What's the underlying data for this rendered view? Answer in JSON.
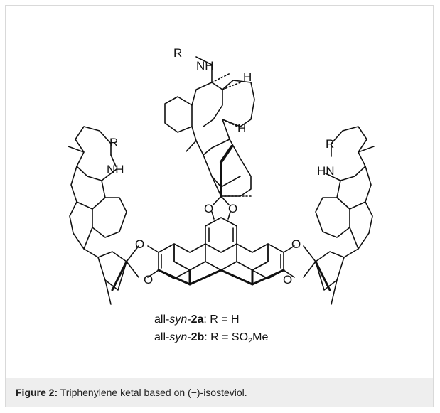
{
  "figure": {
    "caption_label": "Figure 2:",
    "caption_text": " Triphenylene ketal based on (−)-isosteviol.",
    "labels": {
      "top_r": "R",
      "top_nh": "NH",
      "top_h1": "H",
      "top_h2": "H",
      "left_r": "R",
      "left_nh": "NH",
      "right_r": "R",
      "right_hn": "HN",
      "o1": "O",
      "o2": "O",
      "o3": "O",
      "o4": "O",
      "o5": "O",
      "o6": "O"
    },
    "compounds": [
      {
        "prefix": "all-",
        "italic": "syn",
        "dash": "-",
        "bold": "2a",
        "rest": ": R = H"
      },
      {
        "prefix": "all-",
        "italic": "syn",
        "dash": "-",
        "bold": "2b",
        "rest": ": R = SO",
        "sub": "2",
        "tail": "Me"
      }
    ]
  }
}
